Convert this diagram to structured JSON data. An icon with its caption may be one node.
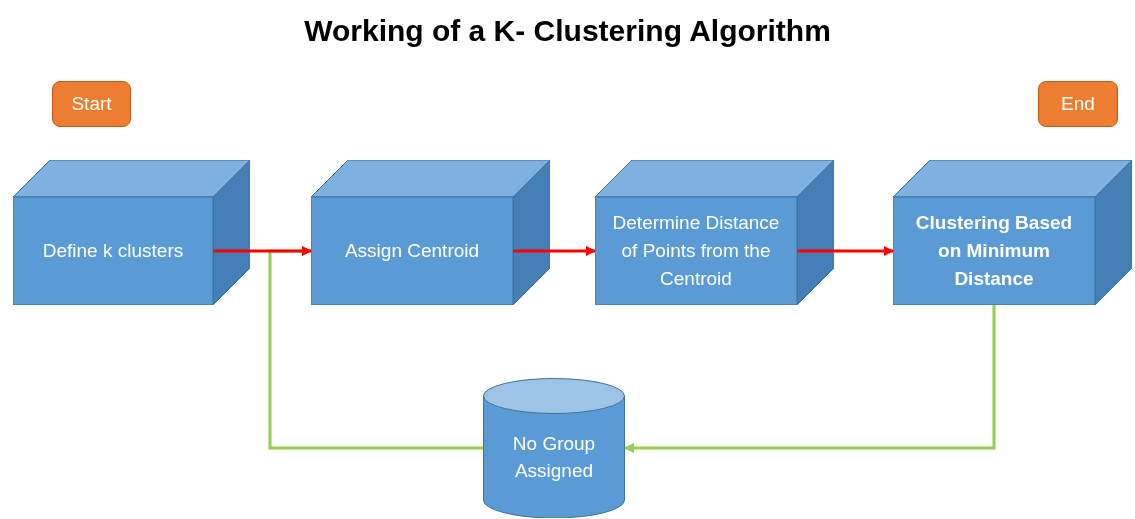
{
  "diagram": {
    "title": "Working of a K- Clustering Algorithm",
    "nodes": [
      {
        "text": [
          "Start"
        ]
      },
      {
        "text": [
          "End"
        ]
      },
      {
        "text": [
          "Define k clusters"
        ]
      },
      {
        "text": [
          "Assign Centroid"
        ]
      },
      {
        "text": [
          "Determine Distance of Points from the Centroid"
        ]
      },
      {
        "text": [
          "Clustering Based on Minimum Distance"
        ]
      },
      {
        "text": [
          "No Group Assigned"
        ]
      }
    ],
    "edges": [
      {
        "from": 2,
        "to": 3,
        "arrow": "to"
      },
      {
        "from": 3,
        "to": 4,
        "arrow": "to"
      },
      {
        "from": 4,
        "to": 5,
        "arrow": "to"
      },
      {
        "from": 5,
        "to": 6,
        "arrow": "to",
        "color": "#92d050"
      },
      {
        "from": 6,
        "to": 3,
        "arrow": "to",
        "color": "#92d050"
      }
    ]
  }
}
